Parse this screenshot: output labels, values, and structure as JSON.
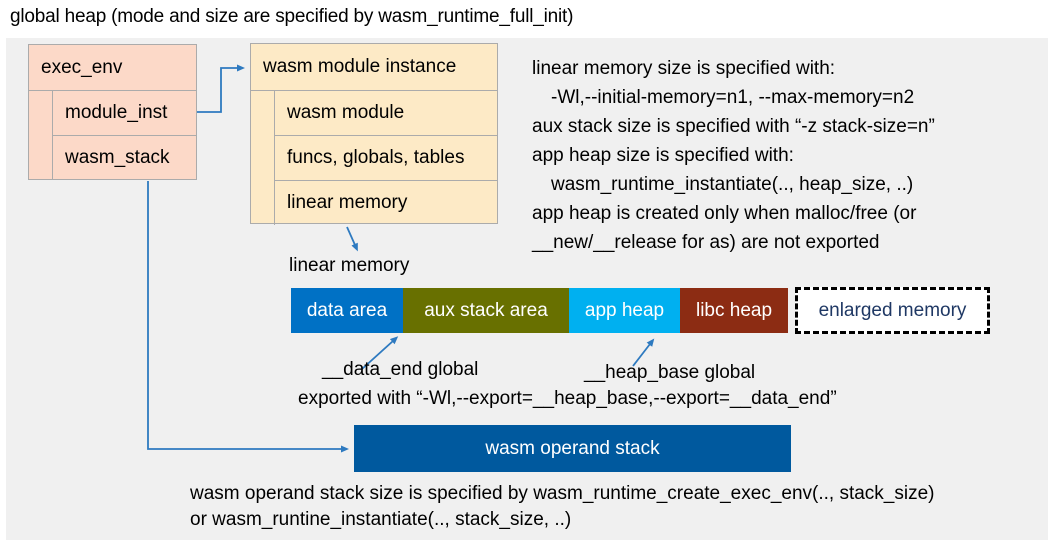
{
  "title": "global heap (mode and size are specified by wasm_runtime_full_init)",
  "exec_env": {
    "header": "exec_env",
    "rows": [
      "module_inst",
      "wasm_stack"
    ]
  },
  "module_instance": {
    "header": "wasm module instance",
    "rows": [
      "wasm module",
      "funcs, globals, tables",
      "linear memory"
    ]
  },
  "notes": {
    "lines": [
      "linear memory size is specified with:",
      "-Wl,--initial-memory=n1, --max-memory=n2",
      "aux stack size is specified with “-z stack-size=n”",
      "app heap size is specified with:",
      "wasm_runtime_instantiate(.., heap_size, ..)",
      "app heap is created only when malloc/free (or",
      "__new/__release for as) are not exported"
    ]
  },
  "linear_memory": {
    "label": "linear memory",
    "segments": [
      {
        "label": "data area",
        "color": "#0071c5"
      },
      {
        "label": "aux stack area",
        "color": "#687000"
      },
      {
        "label": "app heap",
        "color": "#00b0f0"
      },
      {
        "label": "libc heap",
        "color": "#8c2c13"
      },
      {
        "label": "enlarged memory",
        "color": "#ffffff",
        "text_color": "#1f3864",
        "border": "dashed"
      }
    ],
    "annotations": {
      "data_end": "__data_end global",
      "heap_base": "__heap_base global",
      "exported": "exported with “-Wl,--export=__heap_base,--export=__data_end”"
    }
  },
  "operand_stack": {
    "label": "wasm operand stack",
    "color": "#00599e"
  },
  "bottom_note": {
    "line1": "wasm operand stack size is specified by wasm_runtime_create_exec_env(.., stack_size)",
    "line2": "or wasm_runtine_instantiate(.., stack_size, ..)"
  },
  "colors": {
    "panel_bg": "#f0f0f0",
    "exec_env_fill": "#fcd9c8",
    "module_instance_fill": "#fdeac6",
    "box_border": "#ababab",
    "arrow": "#2e7ac0"
  }
}
